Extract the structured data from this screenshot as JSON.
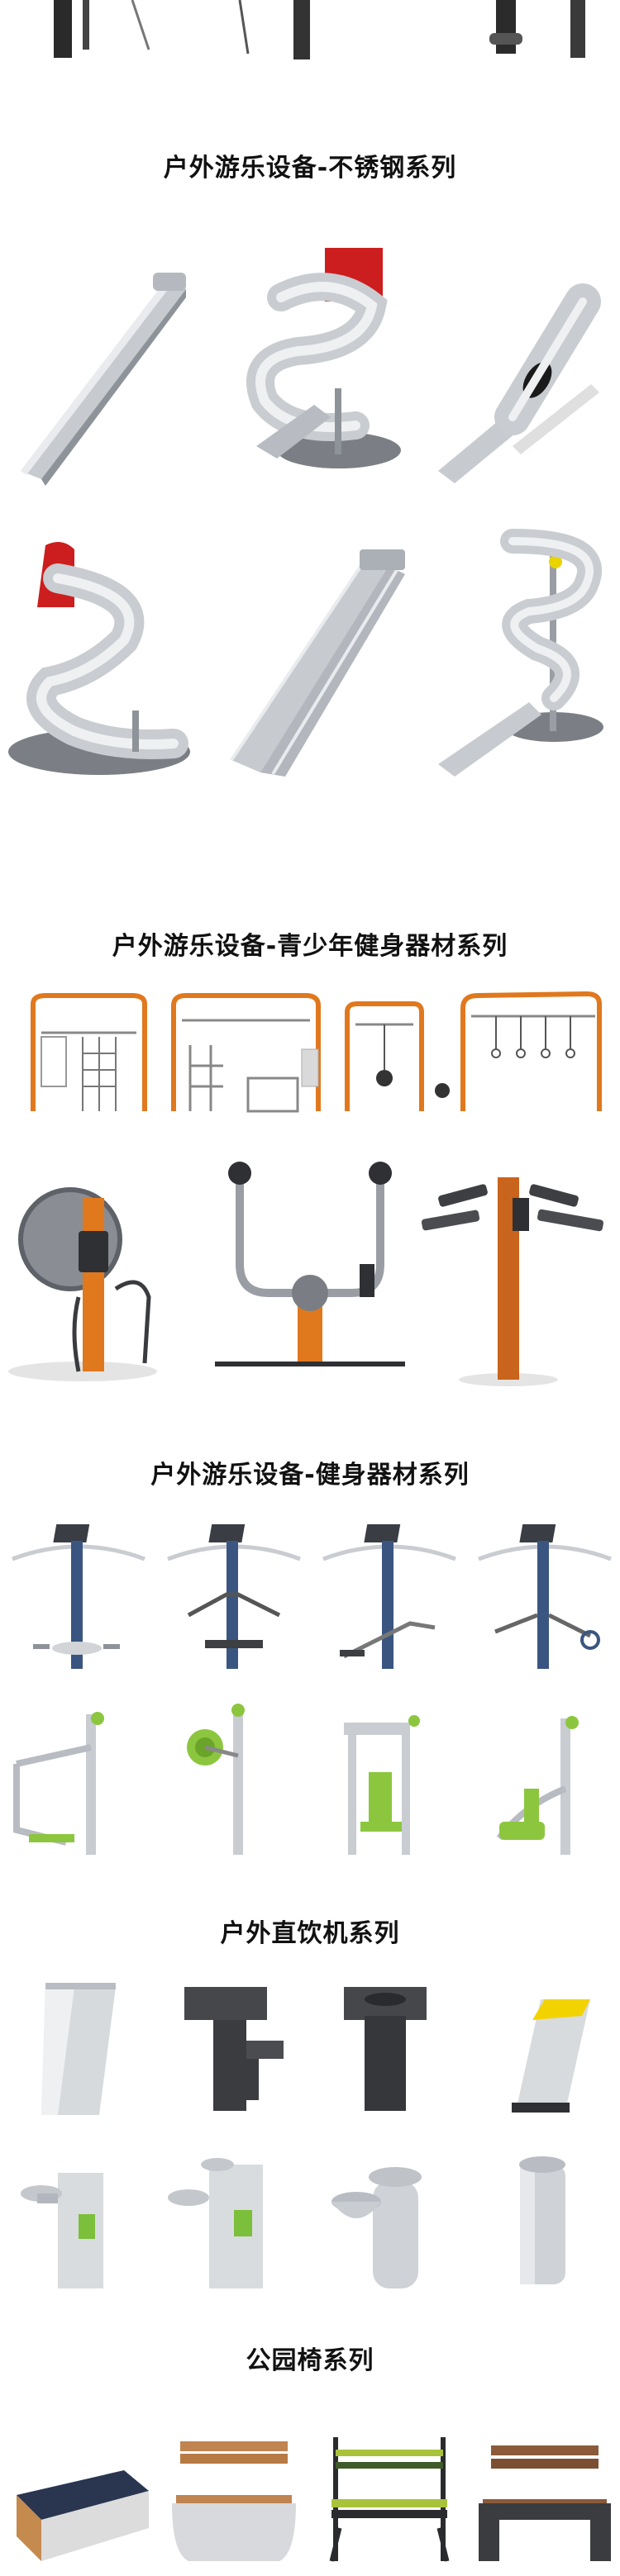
{
  "sections": [
    {
      "title": "户外游乐设备-不锈钢系列"
    },
    {
      "title": "户外游乐设备-青少年健身器材系列"
    },
    {
      "title": "户外游乐设备-健身器材系列"
    },
    {
      "title": "户外直饮机系列"
    },
    {
      "title": "公园椅系列"
    }
  ],
  "colors": {
    "steel": "#c9ccd1",
    "steel_dark": "#8e939a",
    "orange": "#e0781e",
    "red": "#d11f1f",
    "green": "#8cc63f",
    "yellow": "#f2d300",
    "dark_metal": "#3d3f43",
    "wood": "#b87a45"
  }
}
